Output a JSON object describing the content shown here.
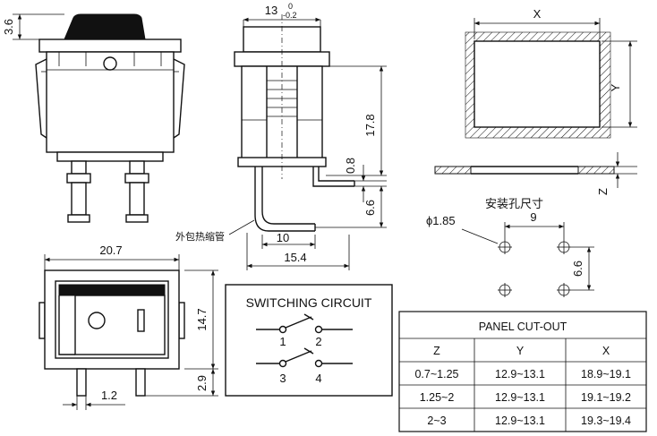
{
  "side_view": {
    "dim_cap": "3.6"
  },
  "front_view": {
    "dim_width": "13",
    "tol_upper": "0",
    "tol_lower": "-0.2",
    "dim_height": "17.8",
    "dim_pin": "0.8",
    "dim_pin_len": "6.6",
    "dim_pin_gap": "10",
    "dim_pin_span": "15.4",
    "sleeve_label": "外包热缩管"
  },
  "cutout": {
    "x_label": "X",
    "y_label": "Y",
    "z_label": "Z"
  },
  "mounting_holes": {
    "title": "安装孔尺寸",
    "hole_dia": "ϕ1.85",
    "h_spacing": "9",
    "v_spacing": "6.6"
  },
  "top_view": {
    "dim_width": "20.7",
    "dim_height": "14.7",
    "dim_pin_h": "2.9",
    "dim_pin_w": "1.2"
  },
  "circuit": {
    "title": "SWITCHING CIRCUIT",
    "terminals": [
      "1",
      "2",
      "3",
      "4"
    ]
  },
  "panel_table": {
    "title": "PANEL CUT-OUT",
    "headers": [
      "Z",
      "Y",
      "X"
    ],
    "rows": [
      [
        "0.7~1.25",
        "12.9~13.1",
        "18.9~19.1"
      ],
      [
        "1.25~2",
        "12.9~13.1",
        "19.1~19.2"
      ],
      [
        "2~3",
        "12.9~13.1",
        "19.3~19.4"
      ]
    ]
  }
}
